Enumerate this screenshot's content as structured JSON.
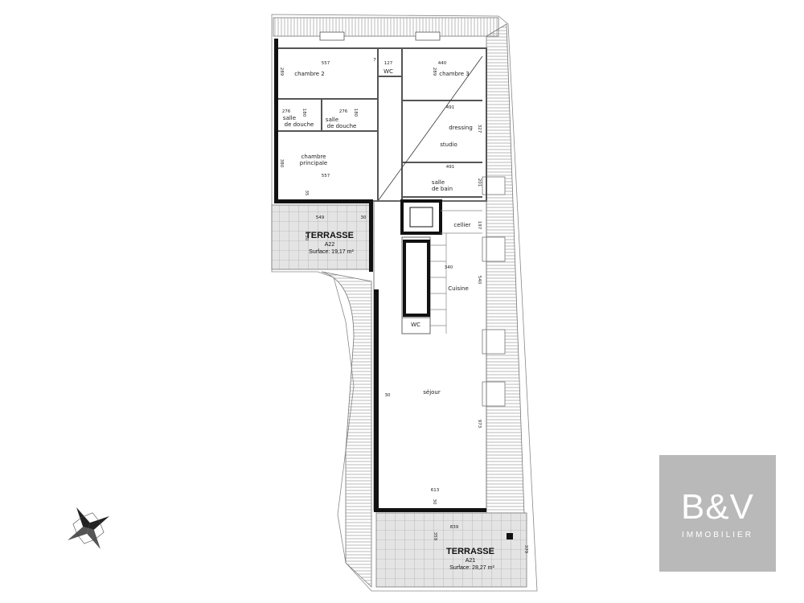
{
  "rooms": {
    "chambre_2": "chambre 2",
    "wc_top": "WC",
    "chambre_3": "chambre 3",
    "salle_douche_1": [
      "salle",
      "de douche"
    ],
    "salle_douche_2": [
      "salle",
      "de douche"
    ],
    "dressing": "dressing",
    "studio": "studio",
    "chambre_principale": [
      "chambre",
      "principale"
    ],
    "salle_de_bain": [
      "salle",
      "de bain"
    ],
    "cellier": "cellier",
    "cuisine": "Cuisine",
    "wc_bottom": "WC",
    "sejour": "séjour"
  },
  "terraces": [
    {
      "title": "TERRASSE",
      "code": "A22",
      "surface": "Surface: 19,17 m²"
    },
    {
      "title": "TERRASSE",
      "code": "A21",
      "surface": "Surface: 28,27 m²"
    }
  ],
  "dimensions": [
    "557",
    "7",
    "127",
    "440",
    "289",
    "289",
    "491",
    "276",
    "276",
    "180",
    "180",
    "327",
    "380",
    "557",
    "491",
    "201",
    "35",
    "549",
    "30",
    "750",
    "197",
    "340",
    "540",
    "30",
    "973",
    "613",
    "30",
    "839",
    "359",
    "379"
  ],
  "logo": {
    "brand": "B&V",
    "subtitle": "IMMOBILIER",
    "color": "#b9b9b9"
  }
}
